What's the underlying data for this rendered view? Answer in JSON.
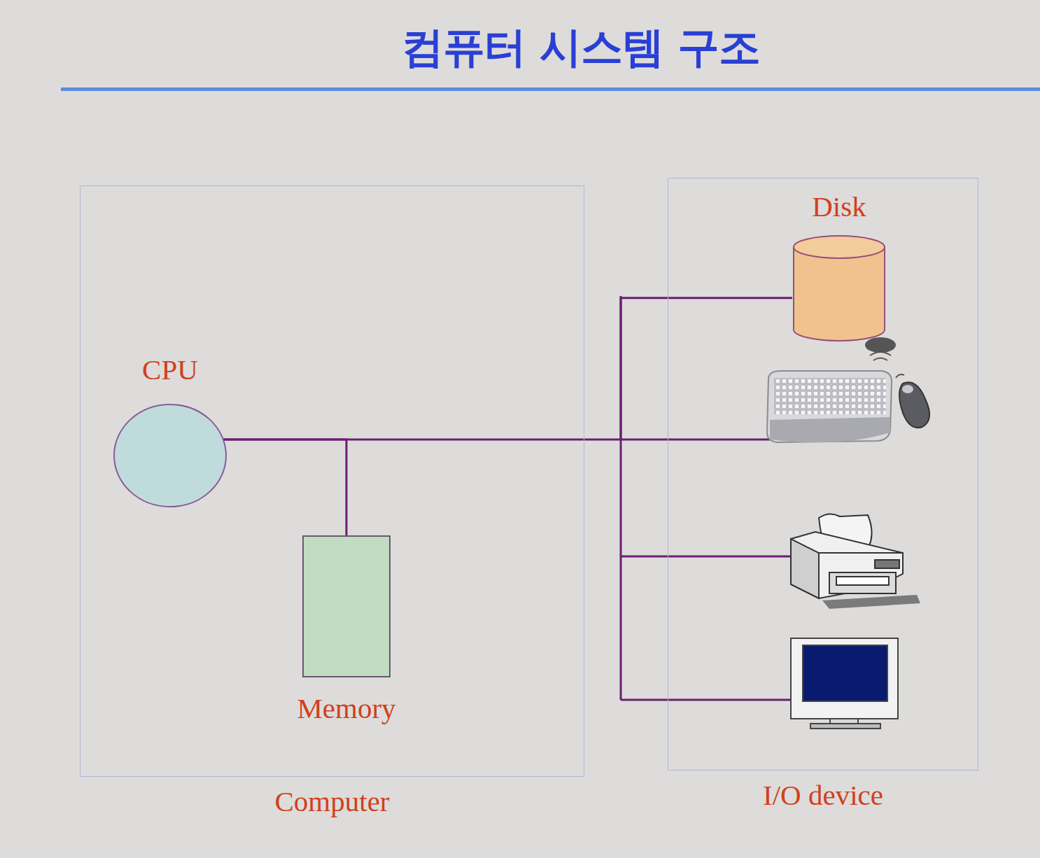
{
  "diagram": {
    "title": "컴퓨터 시스템 구조",
    "nodes": [
      {
        "text": [
          "Computer"
        ]
      },
      {
        "text": [
          "CPU"
        ],
        "in": 0
      },
      {
        "text": [
          "Memory"
        ],
        "in": 0
      },
      {
        "text": [
          "I/O device"
        ]
      },
      {
        "text": [
          "Disk"
        ],
        "in": 3
      }
    ],
    "edges": [
      {
        "from": 1,
        "to": 2,
        "arrow": "none"
      },
      {
        "from": 1,
        "to": 4,
        "arrow": "none"
      }
    ]
  }
}
